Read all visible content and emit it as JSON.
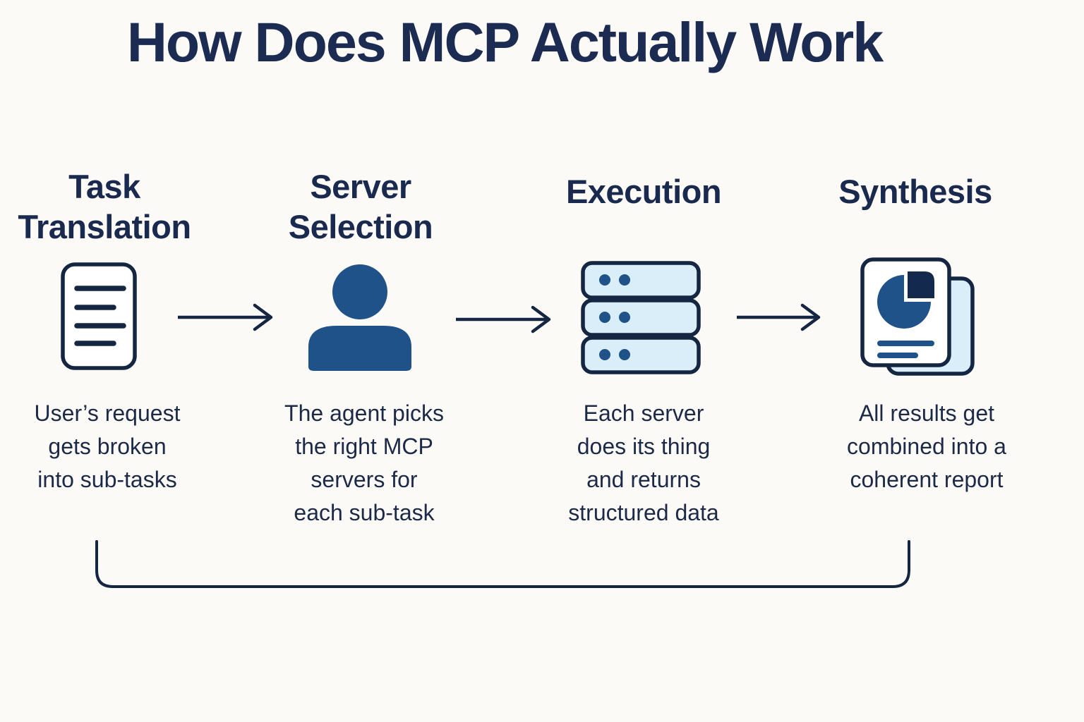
{
  "title": "How Does MCP Actually Work",
  "stages": [
    {
      "title": "Task\nTranslation",
      "icon": "document-icon",
      "description": "User’s request\ngets broken\ninto sub-tasks"
    },
    {
      "title": "Server\nSelection",
      "icon": "agent-user-icon",
      "description": "The agent picks\nthe right MCP\nservers for\neach sub-task"
    },
    {
      "title": "Execution",
      "icon": "server-stack-icon",
      "description": "Each server\ndoes its thing\nand returns\nstructured data"
    },
    {
      "title": "Synthesis",
      "icon": "report-icon",
      "description": "All results get\ncombined into a\ncoherent report"
    }
  ],
  "flow": {
    "direction": "left-to-right",
    "arrow_count": 3,
    "loop_back_connector": true
  },
  "colors": {
    "background": "#fcfaf6",
    "text_navy": "#1a2a4f",
    "outline_navy": "#152642",
    "accent_blue": "#1e5288",
    "light_blue": "#daeef9",
    "dark_slice_navy": "#13294d"
  }
}
